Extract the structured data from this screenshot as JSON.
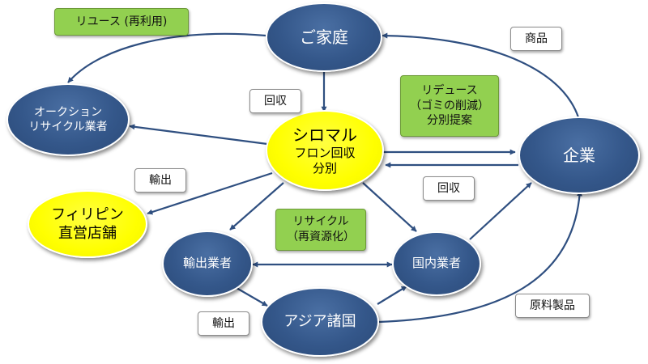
{
  "colors": {
    "node_blue": "#34578a",
    "node_yellow": "#ffff00",
    "arrow": "#2f4f80",
    "label_green": "#92d050",
    "label_white": "#ffffff"
  },
  "nodes": {
    "home": {
      "line1": "ご家庭"
    },
    "auction": {
      "line1": "オークション",
      "line2": "リサイクル業者"
    },
    "shiromaru": {
      "line1": "シロマル",
      "line2": "フロン回収",
      "line3": "分別"
    },
    "company": {
      "line1": "企業"
    },
    "philippines": {
      "line1": "フィリピン",
      "line2": "直営店舗"
    },
    "exporter": {
      "line1": "輸出業者"
    },
    "domestic": {
      "line1": "国内業者"
    },
    "asia": {
      "line1": "アジア諸国"
    }
  },
  "labels": {
    "reuse": {
      "line1": "リユース (再利用)"
    },
    "product": {
      "line1": "商品"
    },
    "collect_home": {
      "line1": "回収"
    },
    "reduce": {
      "line1": "リデュース",
      "line2": "（ゴミの削減）",
      "line3": "分別提案"
    },
    "export_top": {
      "line1": "輸出"
    },
    "collect_company": {
      "line1": "回収"
    },
    "recycle": {
      "line1": "リサイクル",
      "line2": "（再資源化）"
    },
    "export_bottom": {
      "line1": "輸出"
    },
    "raw_products": {
      "line1": "原料製品"
    }
  }
}
